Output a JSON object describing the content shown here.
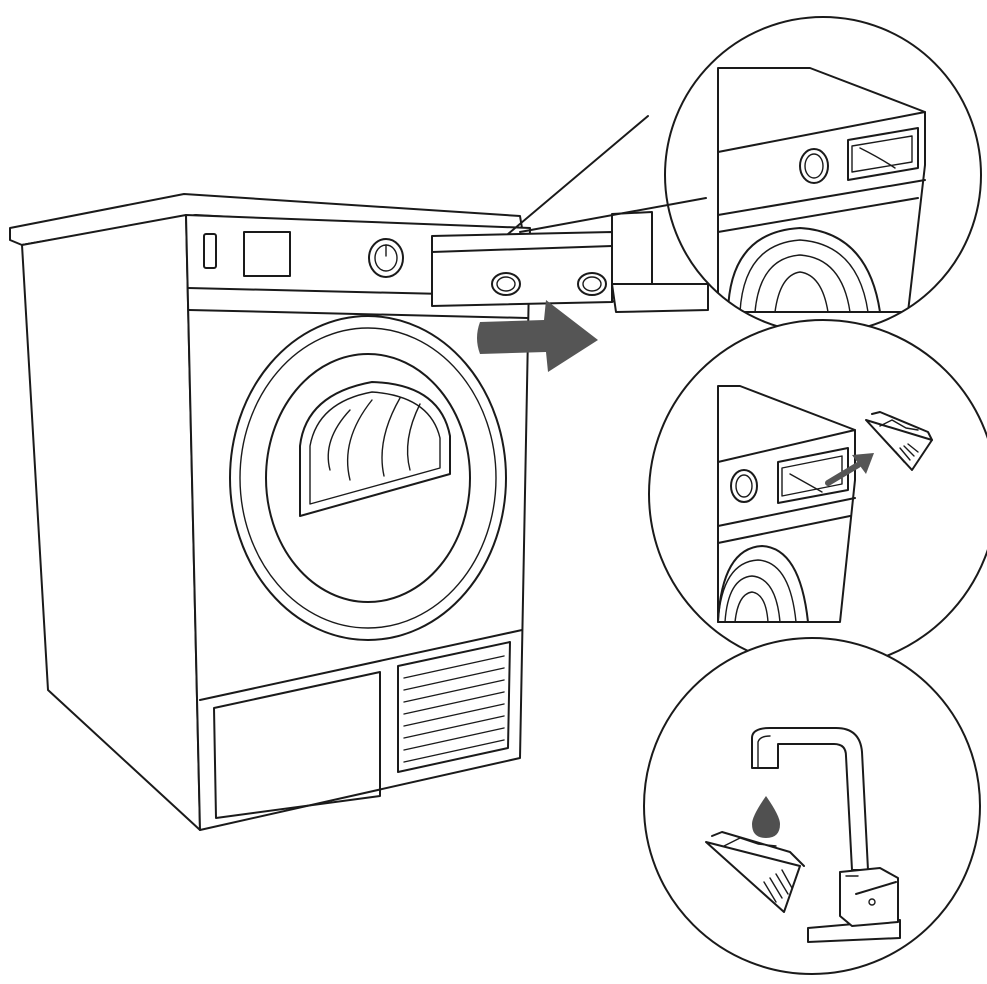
{
  "figure": {
    "colors": {
      "line": "#1a1a1a",
      "background": "#ffffff",
      "arrow_fill": "#555555",
      "drop_fill": "#505050"
    },
    "icons": [
      "tumble-dryer-icon",
      "arrow-right-icon",
      "water-drop-icon",
      "faucet-icon",
      "filter-tray-icon"
    ],
    "steps": [
      {
        "name": "step-1-panel-detail"
      },
      {
        "name": "step-2-remove-filter"
      },
      {
        "name": "step-3-rinse-filter"
      }
    ]
  }
}
